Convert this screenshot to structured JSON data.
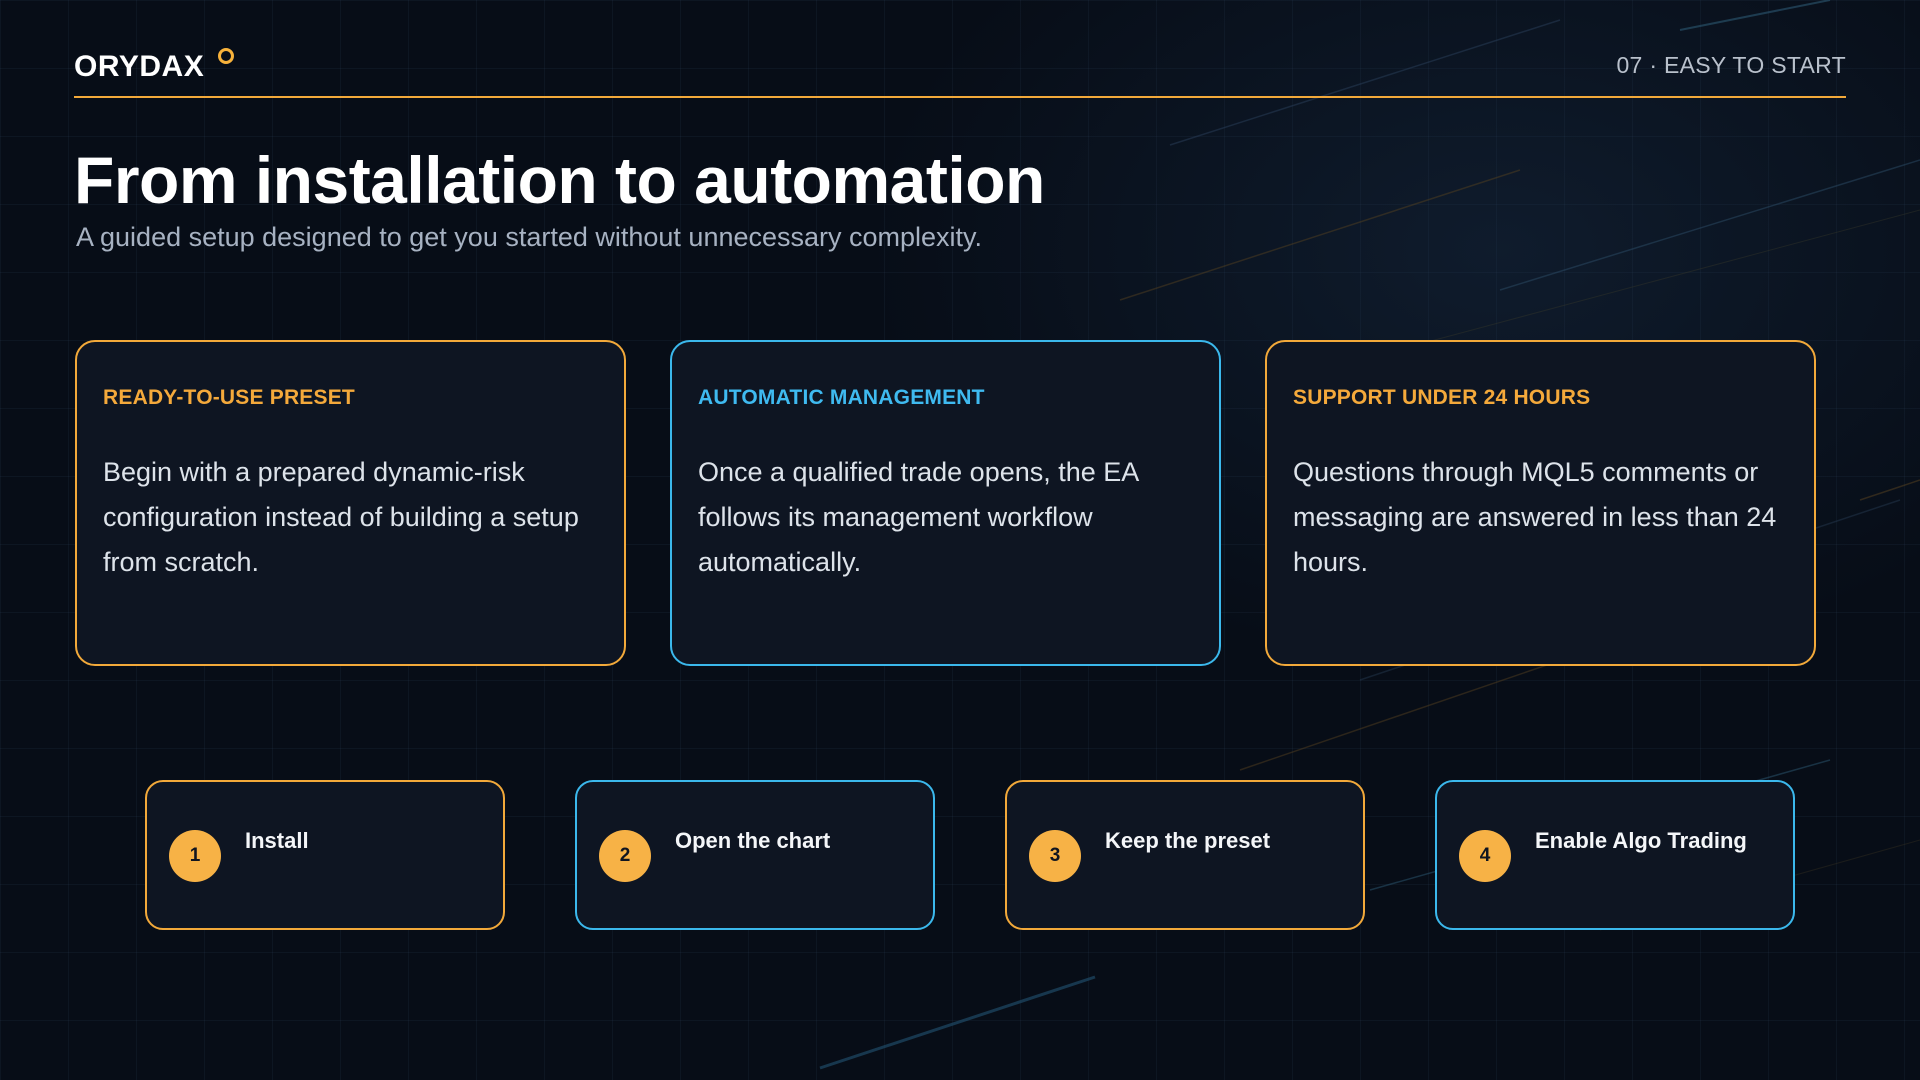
{
  "header": {
    "brand": "ORYDAX",
    "slide_tag": "07 · EASY TO START"
  },
  "title": "From installation to automation",
  "subtitle": "A guided setup designed to get you started without unnecessary complexity.",
  "cards": [
    {
      "title": "READY-TO-USE PRESET",
      "body": "Begin with a prepared dynamic-risk configuration instead of building a setup from scratch.",
      "accent": "#f2a93a"
    },
    {
      "title": "AUTOMATIC MANAGEMENT",
      "body": "Once a qualified trade opens, the EA follows its management workflow automatically.",
      "accent": "#3bb8ec"
    },
    {
      "title": "SUPPORT UNDER 24 HOURS",
      "body": "Questions through MQL5 comments or messaging are answered in less than 24 hours.",
      "accent": "#f2a93a"
    }
  ],
  "steps": [
    {
      "number": "1",
      "label": "Install"
    },
    {
      "number": "2",
      "label": "Open the chart"
    },
    {
      "number": "3",
      "label": "Keep the preset"
    },
    {
      "number": "4",
      "label": "Enable Algo Trading"
    }
  ],
  "colors": {
    "background": "#070d17",
    "accent_orange": "#f2a93a",
    "accent_blue": "#3bb8ec",
    "card_background": "#0e1522"
  }
}
